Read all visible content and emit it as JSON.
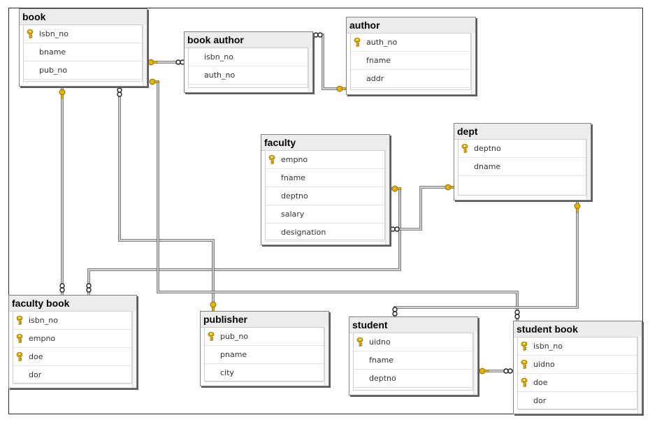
{
  "diagram": {
    "tables": [
      {
        "id": "book",
        "title": "book",
        "columns": [
          {
            "name": "isbn_no",
            "key": true
          },
          {
            "name": "bname",
            "key": false
          },
          {
            "name": "pub_no",
            "key": false
          }
        ]
      },
      {
        "id": "book_author",
        "title": "book author",
        "columns": [
          {
            "name": "isbn_no",
            "key": false
          },
          {
            "name": "auth_no",
            "key": false
          }
        ]
      },
      {
        "id": "author",
        "title": "author",
        "columns": [
          {
            "name": "auth_no",
            "key": true
          },
          {
            "name": "fname",
            "key": false
          },
          {
            "name": "addr",
            "key": false
          }
        ]
      },
      {
        "id": "faculty",
        "title": "faculty",
        "columns": [
          {
            "name": "empno",
            "key": true
          },
          {
            "name": "fname",
            "key": false
          },
          {
            "name": "deptno",
            "key": false
          },
          {
            "name": "salary",
            "key": false
          },
          {
            "name": "designation",
            "key": false
          }
        ]
      },
      {
        "id": "dept",
        "title": "dept",
        "columns": [
          {
            "name": "deptno",
            "key": true
          },
          {
            "name": "dname",
            "key": false
          }
        ]
      },
      {
        "id": "faculty_book",
        "title": "faculty book",
        "columns": [
          {
            "name": "isbn_no",
            "key": true
          },
          {
            "name": "empno",
            "key": true
          },
          {
            "name": "doe",
            "key": true
          },
          {
            "name": "dor",
            "key": false
          }
        ]
      },
      {
        "id": "publisher",
        "title": "publisher",
        "columns": [
          {
            "name": "pub_no",
            "key": true
          },
          {
            "name": "pname",
            "key": false
          },
          {
            "name": "city",
            "key": false
          }
        ]
      },
      {
        "id": "student",
        "title": "student",
        "columns": [
          {
            "name": "uidno",
            "key": true
          },
          {
            "name": "fname",
            "key": false
          },
          {
            "name": "deptno",
            "key": false
          }
        ]
      },
      {
        "id": "student_book",
        "title": "student book",
        "columns": [
          {
            "name": "isbn_no",
            "key": true
          },
          {
            "name": "uidno",
            "key": true
          },
          {
            "name": "doe",
            "key": true
          },
          {
            "name": "dor",
            "key": false
          }
        ]
      }
    ],
    "relationships": [
      {
        "one": "book",
        "many": "book_author"
      },
      {
        "one": "author",
        "many": "book_author"
      },
      {
        "one": "book",
        "many": "faculty_book"
      },
      {
        "one": "faculty",
        "many": "faculty_book"
      },
      {
        "one": "dept",
        "many": "faculty"
      },
      {
        "one": "publisher",
        "many": "book"
      },
      {
        "one": "book",
        "many": "student_book"
      },
      {
        "one": "dept",
        "many": "student"
      },
      {
        "one": "student",
        "many": "student_book"
      }
    ],
    "colors": {
      "key": "#e0b400",
      "line": "#555555",
      "frame": "#2b2b2b"
    }
  }
}
